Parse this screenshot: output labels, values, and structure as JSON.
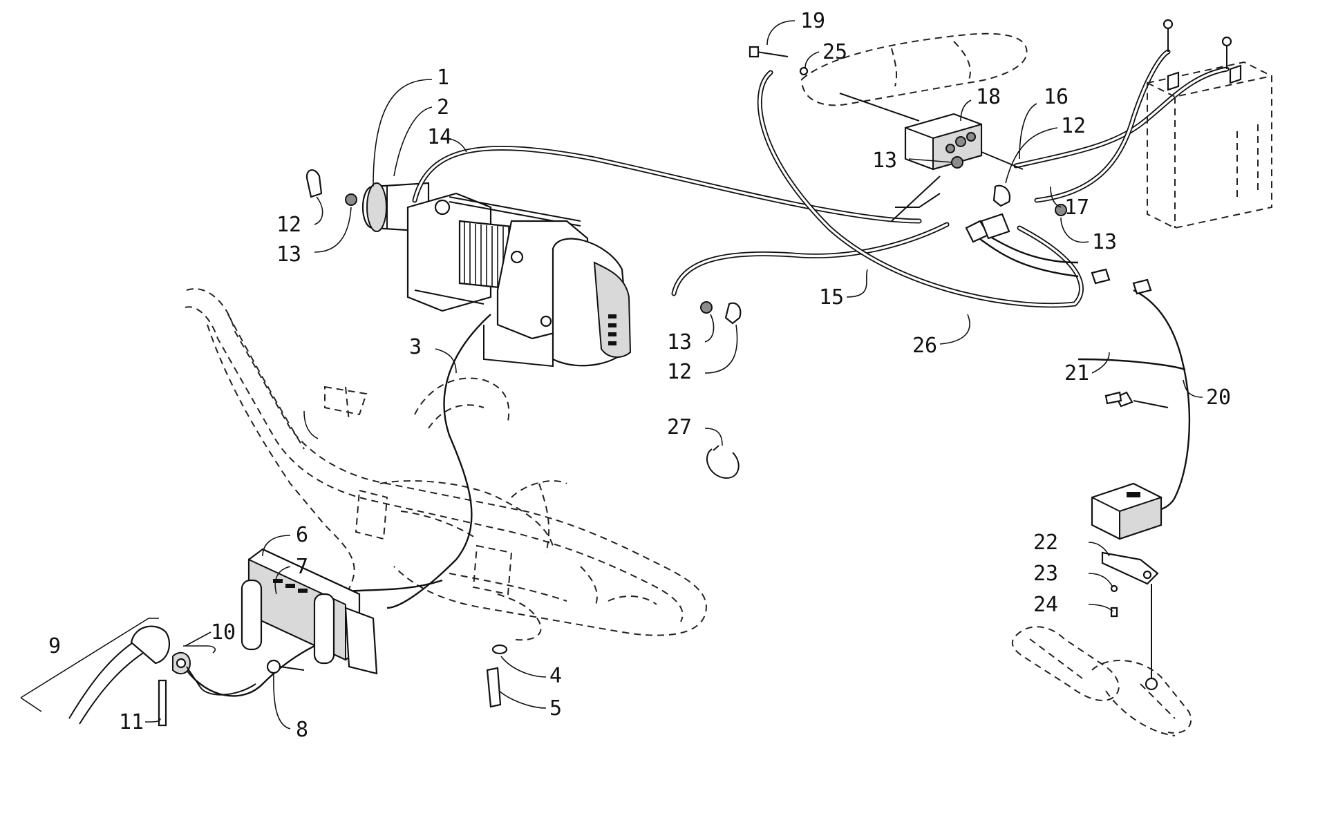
{
  "diagram": {
    "callouts": [
      {
        "id": "c1",
        "label": "1"
      },
      {
        "id": "c2",
        "label": "2"
      },
      {
        "id": "c3",
        "label": "3"
      },
      {
        "id": "c4",
        "label": "4"
      },
      {
        "id": "c5",
        "label": "5"
      },
      {
        "id": "c6",
        "label": "6"
      },
      {
        "id": "c7",
        "label": "7"
      },
      {
        "id": "c8",
        "label": "8"
      },
      {
        "id": "c9",
        "label": "9"
      },
      {
        "id": "c10",
        "label": "10"
      },
      {
        "id": "c11",
        "label": "11"
      },
      {
        "id": "c12a",
        "label": "12"
      },
      {
        "id": "c12b",
        "label": "12"
      },
      {
        "id": "c12c",
        "label": "12"
      },
      {
        "id": "c13a",
        "label": "13"
      },
      {
        "id": "c13b",
        "label": "13"
      },
      {
        "id": "c13c",
        "label": "13"
      },
      {
        "id": "c13d",
        "label": "13"
      },
      {
        "id": "c14",
        "label": "14"
      },
      {
        "id": "c15",
        "label": "15"
      },
      {
        "id": "c16",
        "label": "16"
      },
      {
        "id": "c17",
        "label": "17"
      },
      {
        "id": "c18",
        "label": "18"
      },
      {
        "id": "c19",
        "label": "19"
      },
      {
        "id": "c20",
        "label": "20"
      },
      {
        "id": "c21",
        "label": "21"
      },
      {
        "id": "c22",
        "label": "22"
      },
      {
        "id": "c23",
        "label": "23"
      },
      {
        "id": "c24",
        "label": "24"
      },
      {
        "id": "c25",
        "label": "25"
      },
      {
        "id": "c26",
        "label": "26"
      },
      {
        "id": "c27",
        "label": "27"
      }
    ]
  }
}
